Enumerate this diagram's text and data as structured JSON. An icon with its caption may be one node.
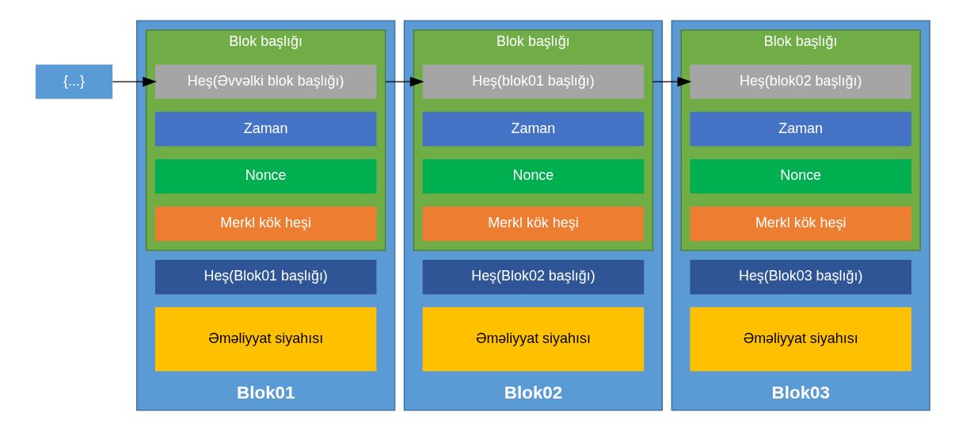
{
  "diagram": {
    "nodes": [
      {
        "text": [
          "{...}"
        ]
      },
      {
        "text": [
          "Blok01"
        ]
      },
      {
        "text": [
          "Blok başlığı"
        ],
        "in": 1
      },
      {
        "text": [
          "Heş(Əvvəlki blok başlığı)"
        ],
        "in": 2
      },
      {
        "text": [
          "Zaman"
        ],
        "in": 2
      },
      {
        "text": [
          "Nonce"
        ],
        "in": 2
      },
      {
        "text": [
          "Merkl kök heşi"
        ],
        "in": 2
      },
      {
        "text": [
          "Heş(Blok01 başlığı)"
        ],
        "in": 1
      },
      {
        "text": [
          "Əməliyyat siyahısı"
        ],
        "in": 1
      },
      {
        "text": [
          "Blok02"
        ]
      },
      {
        "text": [
          "Blok başlığı"
        ],
        "in": 9
      },
      {
        "text": [
          "Heş(blok01 başlığı)"
        ],
        "in": 10
      },
      {
        "text": [
          "Zaman"
        ],
        "in": 10
      },
      {
        "text": [
          "Nonce"
        ],
        "in": 10
      },
      {
        "text": [
          "Merkl kök heşi"
        ],
        "in": 10
      },
      {
        "text": [
          "Heş(Blok02 başlığı)"
        ],
        "in": 9
      },
      {
        "text": [
          "Əməliyyat siyahısı"
        ],
        "in": 9
      },
      {
        "text": [
          "Blok03"
        ]
      },
      {
        "text": [
          "Blok başlığı"
        ],
        "in": 17
      },
      {
        "text": [
          "Heş(blok02 başlığı)"
        ],
        "in": 18
      },
      {
        "text": [
          "Zaman"
        ],
        "in": 18
      },
      {
        "text": [
          "Nonce"
        ],
        "in": 18
      },
      {
        "text": [
          "Merkl kök heşi"
        ],
        "in": 18
      },
      {
        "text": [
          "Heş(Blok03 başlığı)"
        ],
        "in": 17
      },
      {
        "text": [
          "Əməliyyat siyahısı"
        ],
        "in": 17
      }
    ],
    "edges": [
      {
        "from": 0,
        "to": 3,
        "arrow": "to"
      },
      {
        "from": 2,
        "to": 11,
        "arrow": "to"
      },
      {
        "from": 10,
        "to": 19,
        "arrow": "to"
      }
    ]
  }
}
